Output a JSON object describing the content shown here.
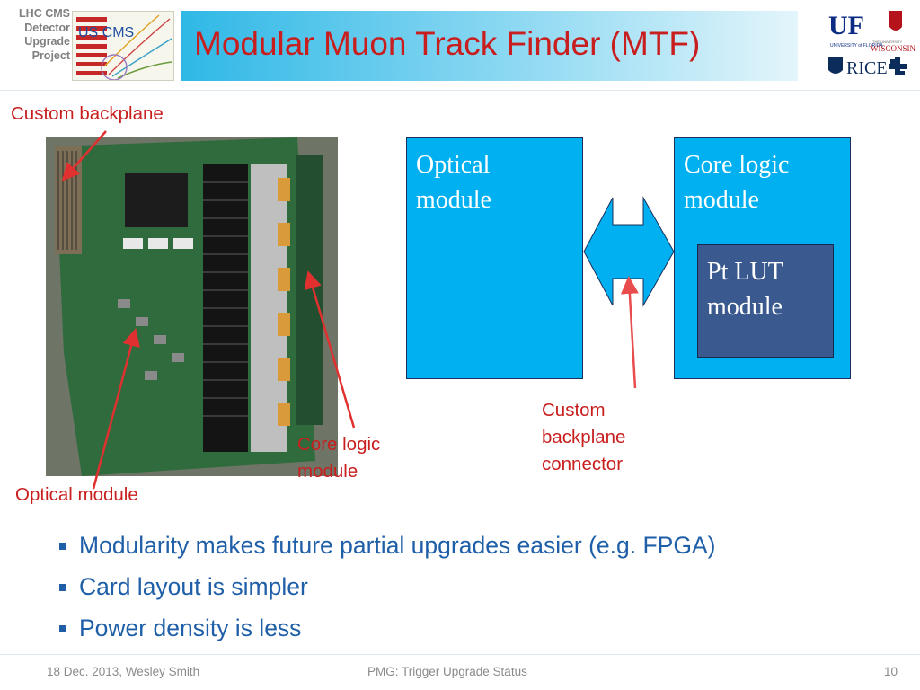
{
  "header": {
    "project_label": [
      "LHC CMS",
      "Detector",
      "Upgrade",
      "Project"
    ],
    "title": "Modular Muon Track Finder (MTF)",
    "logo_uscms": "US CMS",
    "uni_logos": {
      "uf": "UF",
      "uf_sub": "UNIVERSITY of FLORIDA",
      "wisconsin": "WISCONSIN",
      "wisconsin_top": "THE UNIVERSITY",
      "rice": "RICE"
    }
  },
  "photo_labels": {
    "backplane": "Custom backplane",
    "core_logic": [
      "Core logic",
      "module"
    ],
    "optical": "Optical module"
  },
  "diagram": {
    "optical_box": [
      "Optical",
      "module"
    ],
    "core_box": [
      "Core logic",
      "module"
    ],
    "pt_box": [
      "Pt LUT",
      "module"
    ],
    "connector_label": [
      "Custom",
      "backplane",
      "connector"
    ]
  },
  "bullets": [
    "Modularity makes future partial upgrades easier (e.g. FPGA)",
    "Card layout is simpler",
    "Power density is less"
  ],
  "footer": {
    "left": "18 Dec. 2013, Wesley Smith",
    "center": "PMG: Trigger Upgrade Status",
    "page": "10"
  },
  "colors": {
    "title_red": "#c81e1e",
    "box_cyan": "#00b0f0",
    "pt_box": "#3a5a8f",
    "bullet_blue": "#1f5fa8",
    "arrow_red": "#e84c4c"
  }
}
